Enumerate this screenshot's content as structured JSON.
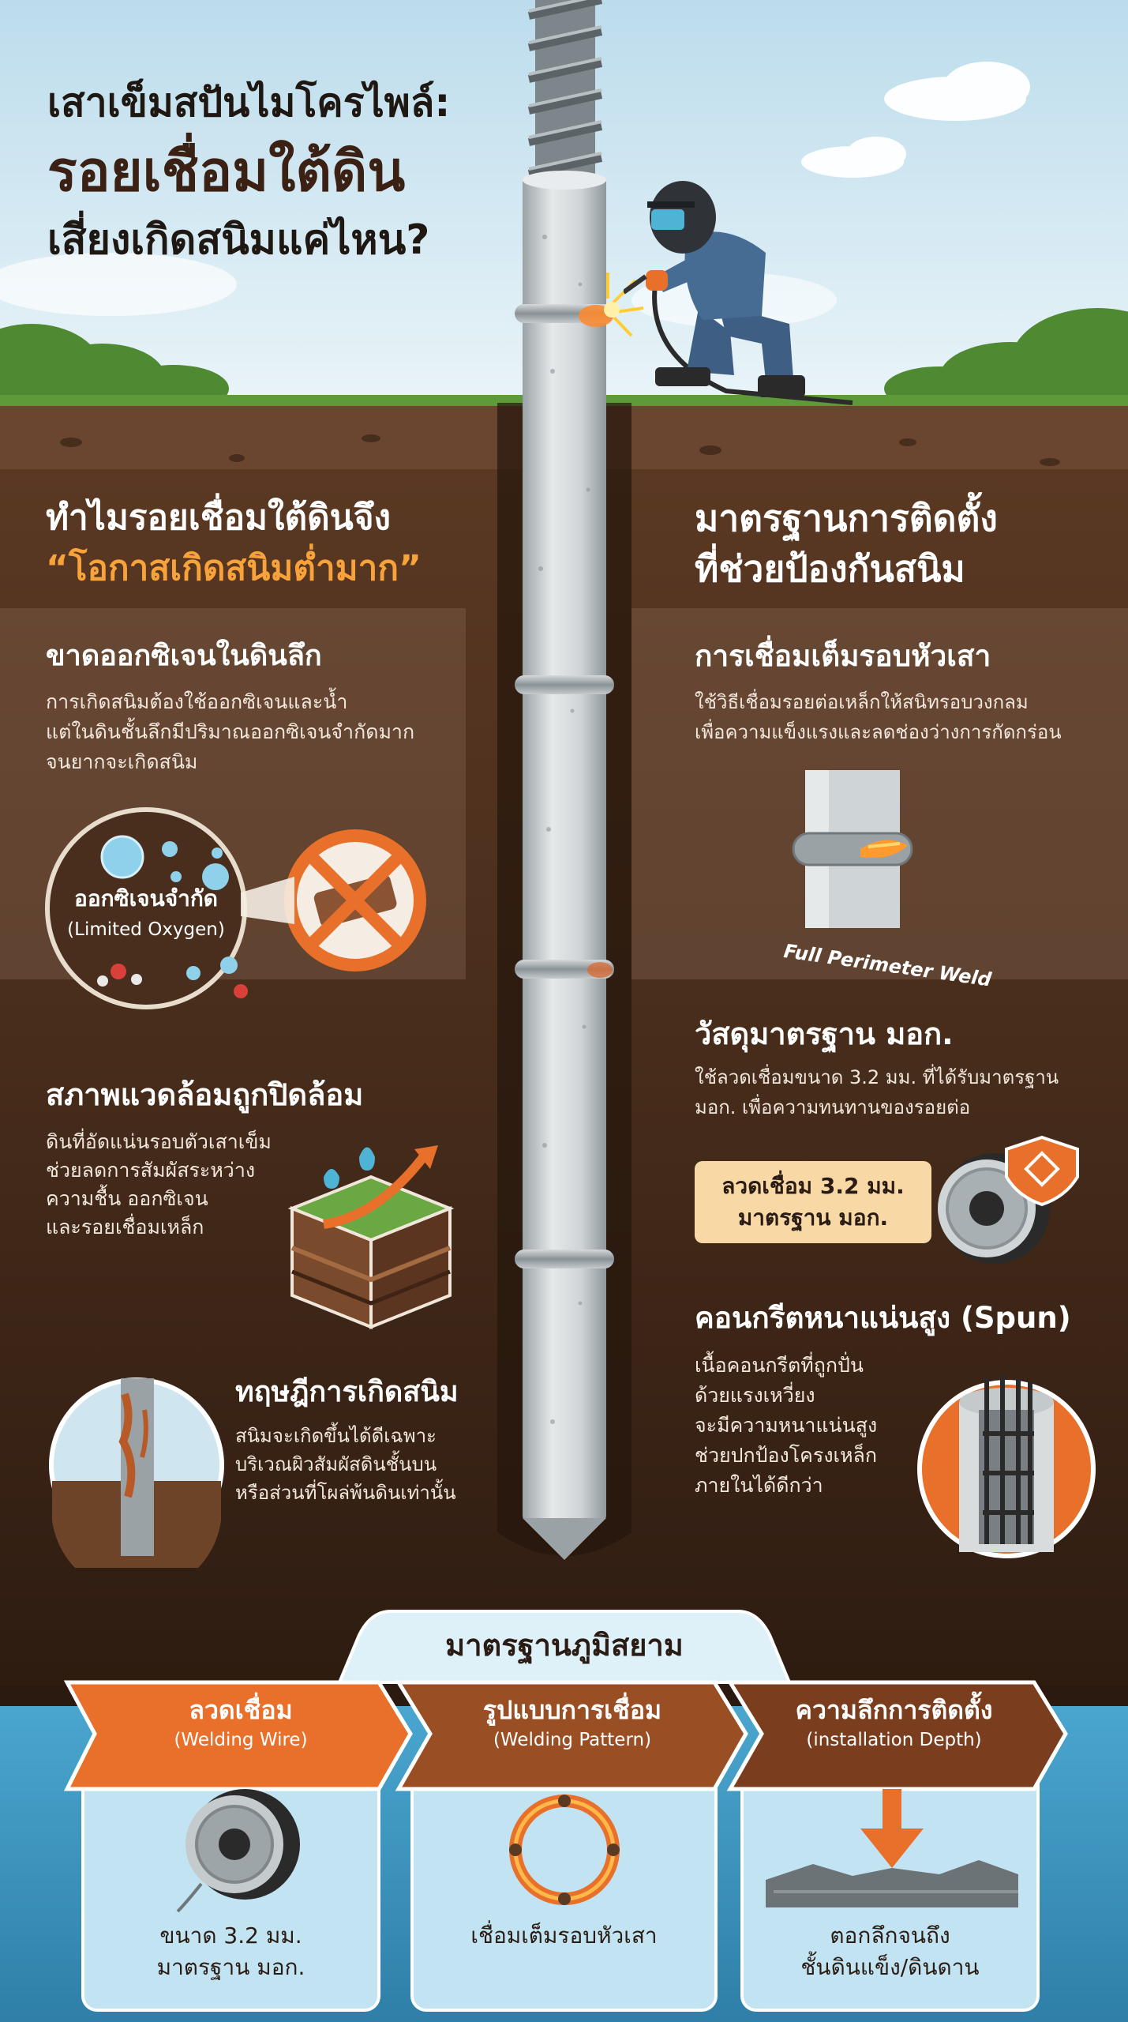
{
  "header": {
    "line1": "เสาเข็มสปันไมโครไพล์:",
    "line2": "รอยเชื่อมใต้ดิน",
    "line3": "เสี่ยงเกิดสนิมแค่ไหน?"
  },
  "left_heading": {
    "line1": "ทำไมรอยเชื่อมใต้ดินจึง",
    "line2": "“โอกาสเกิดสนิมต่ำมาก”"
  },
  "right_heading": {
    "line1": "มาตรฐานการติดตั้ง",
    "line2": "ที่ช่วยป้องกันสนิม"
  },
  "oxygen": {
    "title": "ขาดออกซิเจนในดินลึก",
    "body": [
      "การเกิดสนิมต้องใช้ออกซิเจนและน้ำ",
      "แต่ในดินชั้นลึกมีปริมาณออกซิเจนจำกัดมาก",
      "จนยากจะเกิดสนิม"
    ],
    "badge_th": "ออกซิเจนจำกัด",
    "badge_en": "(Limited Oxygen)"
  },
  "sealed": {
    "title": "สภาพแวดล้อมถูกปิดล้อม",
    "body": [
      "ดินที่อัดแน่นรอบตัวเสาเข็ม",
      "ช่วยลดการสัมผัสระหว่าง",
      "ความชื้น ออกซิเจน",
      "และรอยเชื่อมเหล็ก"
    ]
  },
  "theory": {
    "title": "ทฤษฎีการเกิดสนิม",
    "body": [
      "สนิมจะเกิดขึ้นได้ดีเฉพาะ",
      "บริเวณผิวสัมผัสดินชั้นบน",
      "หรือส่วนที่โผล่พ้นดินเท่านั้น"
    ]
  },
  "full_weld": {
    "title": "การเชื่อมเต็มรอบหัวเสา",
    "body": [
      "ใช้วิธีเชื่อมรอยต่อเหล็กให้สนิทรอบวงกลม",
      "เพื่อความแข็งแรงและลดช่องว่างการกัดกร่อน"
    ],
    "caption": "Full Perimeter Weld"
  },
  "tis": {
    "title": "วัสดุมาตรฐาน มอก.",
    "body": [
      "ใช้ลวดเชื่อมขนาด 3.2 มม. ที่ได้รับมาตรฐาน",
      "มอก. เพื่อความทนทานของรอยต่อ"
    ],
    "label_line1": "ลวดเชื่อม 3.2 มม.",
    "label_line2": "มาตรฐาน มอก."
  },
  "spun": {
    "title": "คอนกรีตหนาแน่นสูง (Spun)",
    "body": [
      "เนื้อคอนกรีตที่ถูกปั่น",
      "ด้วยแรงเหวี่ยง",
      "จะมีความหนาแน่นสูง",
      "ช่วยปกป้องโครงเหล็ก",
      "ภายในได้ดีกว่า"
    ]
  },
  "standard": {
    "title": "มาตรฐานภูมิสยาม",
    "columns": [
      {
        "label_th": "ลวดเชื่อม",
        "label_en": "(Welding Wire)",
        "caption_line1": "ขนาด 3.2 มม.",
        "caption_line2": "มาตรฐาน มอก."
      },
      {
        "label_th": "รูปแบบการเชื่อม",
        "label_en": "(Welding Pattern)",
        "caption_line1": "เชื่อมเต็มรอบหัวเสา",
        "caption_line2": ""
      },
      {
        "label_th": "ความลึกการติดตั้ง",
        "label_en": "(installation Depth)",
        "caption_line1": "ตอกลึกจนถึง",
        "caption_line2": "ชั้นดินแข็ง/ดินดาน"
      }
    ]
  },
  "colors": {
    "sky": "#cfe6f1",
    "soil_dark": "#3a2416",
    "soil_mid": "#5b3a25",
    "orange": "#e8702a",
    "brown_arrow": "#8a4a22",
    "blue_panel": "#bfe2f0",
    "water": "#3e98c2"
  }
}
